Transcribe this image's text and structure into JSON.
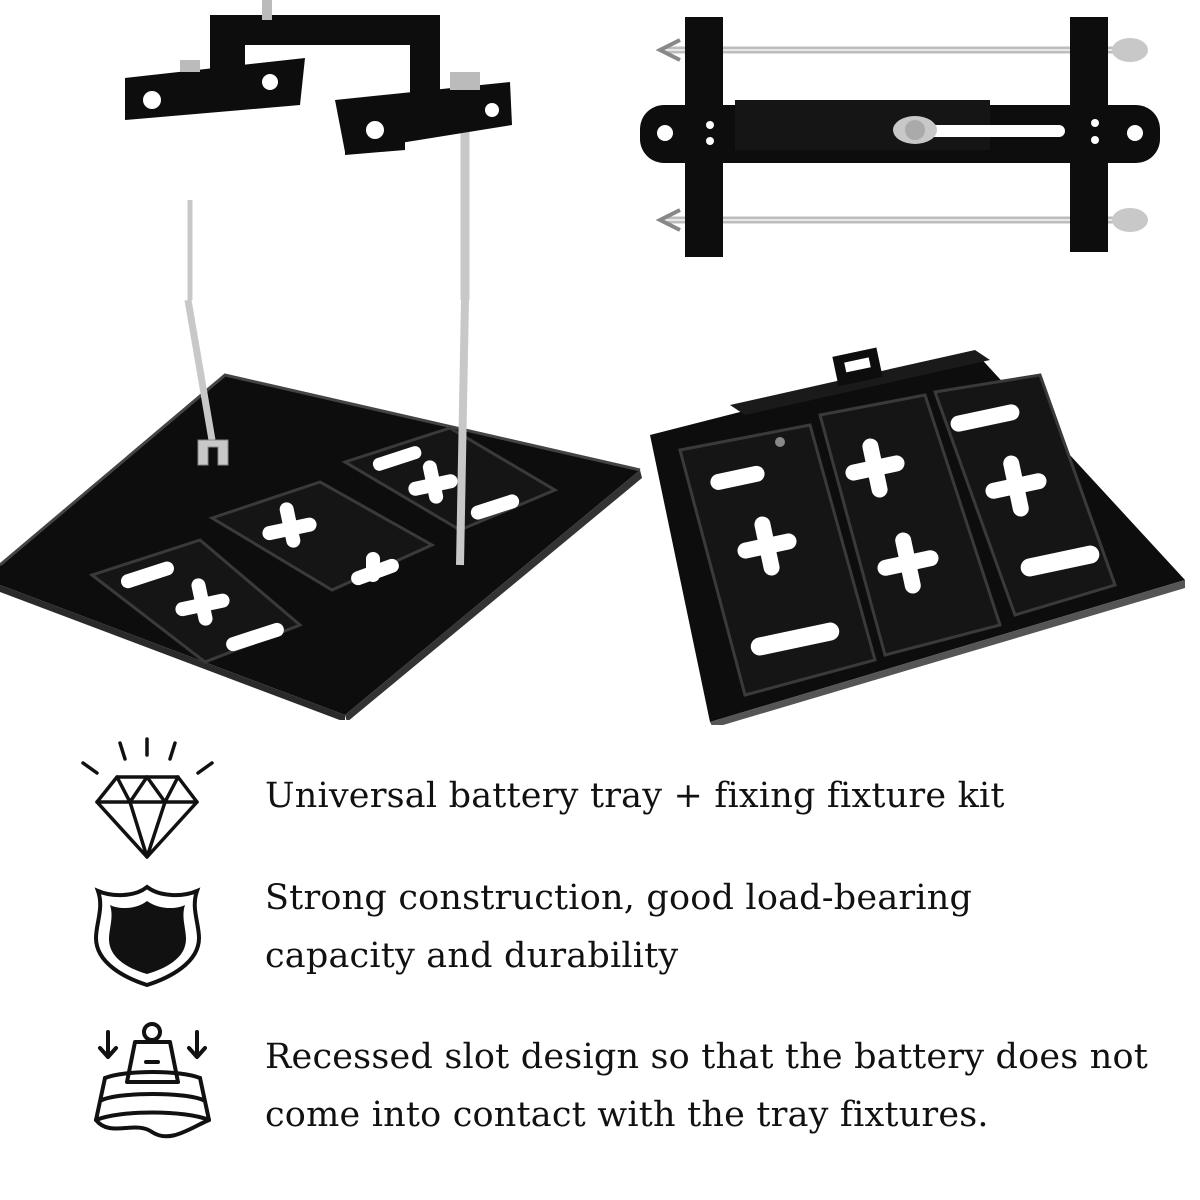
{
  "colors": {
    "background": "#ffffff",
    "metal": "#0d0d0d",
    "chrome": "#c8c8c8",
    "text": "#111111"
  },
  "images": {
    "tray_with_bracket": {
      "icon": "battery-tray-with-hold-down-bracket"
    },
    "bracket_top": {
      "icon": "hold-down-bracket-top-view"
    },
    "tray_alone": {
      "icon": "battery-tray"
    }
  },
  "features": [
    {
      "icon": "diamond-icon",
      "text": "Universal battery tray + fixing fixture kit"
    },
    {
      "icon": "shield-icon",
      "line1": "Strong construction, good load-bearing",
      "line2": "capacity and durability"
    },
    {
      "icon": "weight-icon",
      "line1": "Recessed slot design so that the battery does not",
      "line2": "come into contact with the tray fixtures."
    }
  ]
}
